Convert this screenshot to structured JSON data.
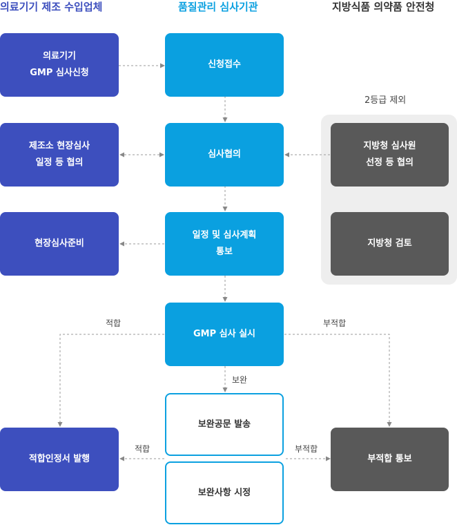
{
  "headers": {
    "col1": "의료기기 제조 수입업체",
    "col2": "품질관리 심사기관",
    "col3": "지방식품 의약품 안전청"
  },
  "colors": {
    "header_blue": "#3d4fbe",
    "header_cyan": "#0aa0e0",
    "header_dark": "#333333"
  },
  "boxes": {
    "gmp_apply": "의료기기\nGMP 심사신청",
    "receipt": "신청접수",
    "onsite_schedule": "제조소 현장심사\n일정 등 협의",
    "consult": "심사협의",
    "regional_select": "지방청 심사원\n선정 등 협의",
    "onsite_prep": "현장심사준비",
    "schedule_notice": "일정 및 심사계획\n통보",
    "regional_review": "지방청 검토",
    "gmp_audit": "GMP 심사 실시",
    "supplement_doc": "보완공문 발송",
    "cert_issue": "적합인정서 발행",
    "nonconform_notice": "부적합 통보",
    "supplement_fix": "보완사항 시정"
  },
  "labels": {
    "grade2_exclude": "2등급 제외",
    "pass_left": "적합",
    "fail_right": "부적합",
    "supplement": "보완",
    "pass_bottom": "적합",
    "fail_bottom": "부적합"
  }
}
